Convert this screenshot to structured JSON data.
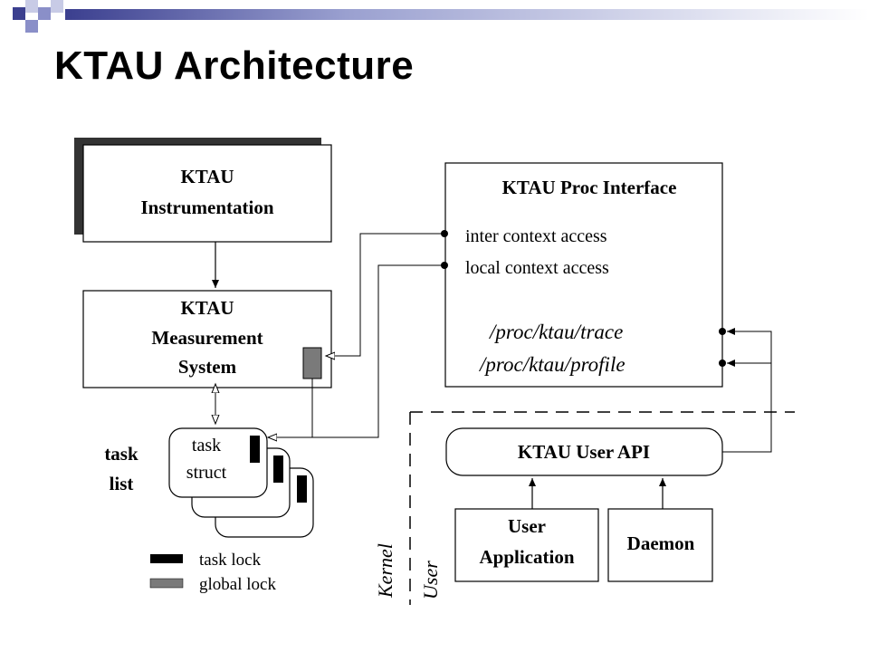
{
  "slide": {
    "title": "KTAU Architecture",
    "accent_colors": [
      "#3b3f8f",
      "#8a8fc8",
      "#c8cbe6"
    ]
  },
  "diagram": {
    "instrumentation": [
      "KTAU",
      "Instrumentation"
    ],
    "measurement": [
      "KTAU",
      "Measurement",
      "System"
    ],
    "proc_interface": {
      "title": "KTAU Proc Interface",
      "inter": "inter context access",
      "local": "local context access",
      "trace": "/proc/ktau/trace",
      "profile": "/proc/ktau/profile"
    },
    "task_list": [
      "task",
      "list"
    ],
    "task_struct": [
      "task",
      "struct"
    ],
    "user_api": "KTAU User API",
    "user_app": [
      "User",
      "Application"
    ],
    "daemon": "Daemon",
    "kernel_label": "Kernel",
    "user_label": "User",
    "legend": {
      "task_lock": "task lock",
      "global_lock": "global lock"
    }
  }
}
